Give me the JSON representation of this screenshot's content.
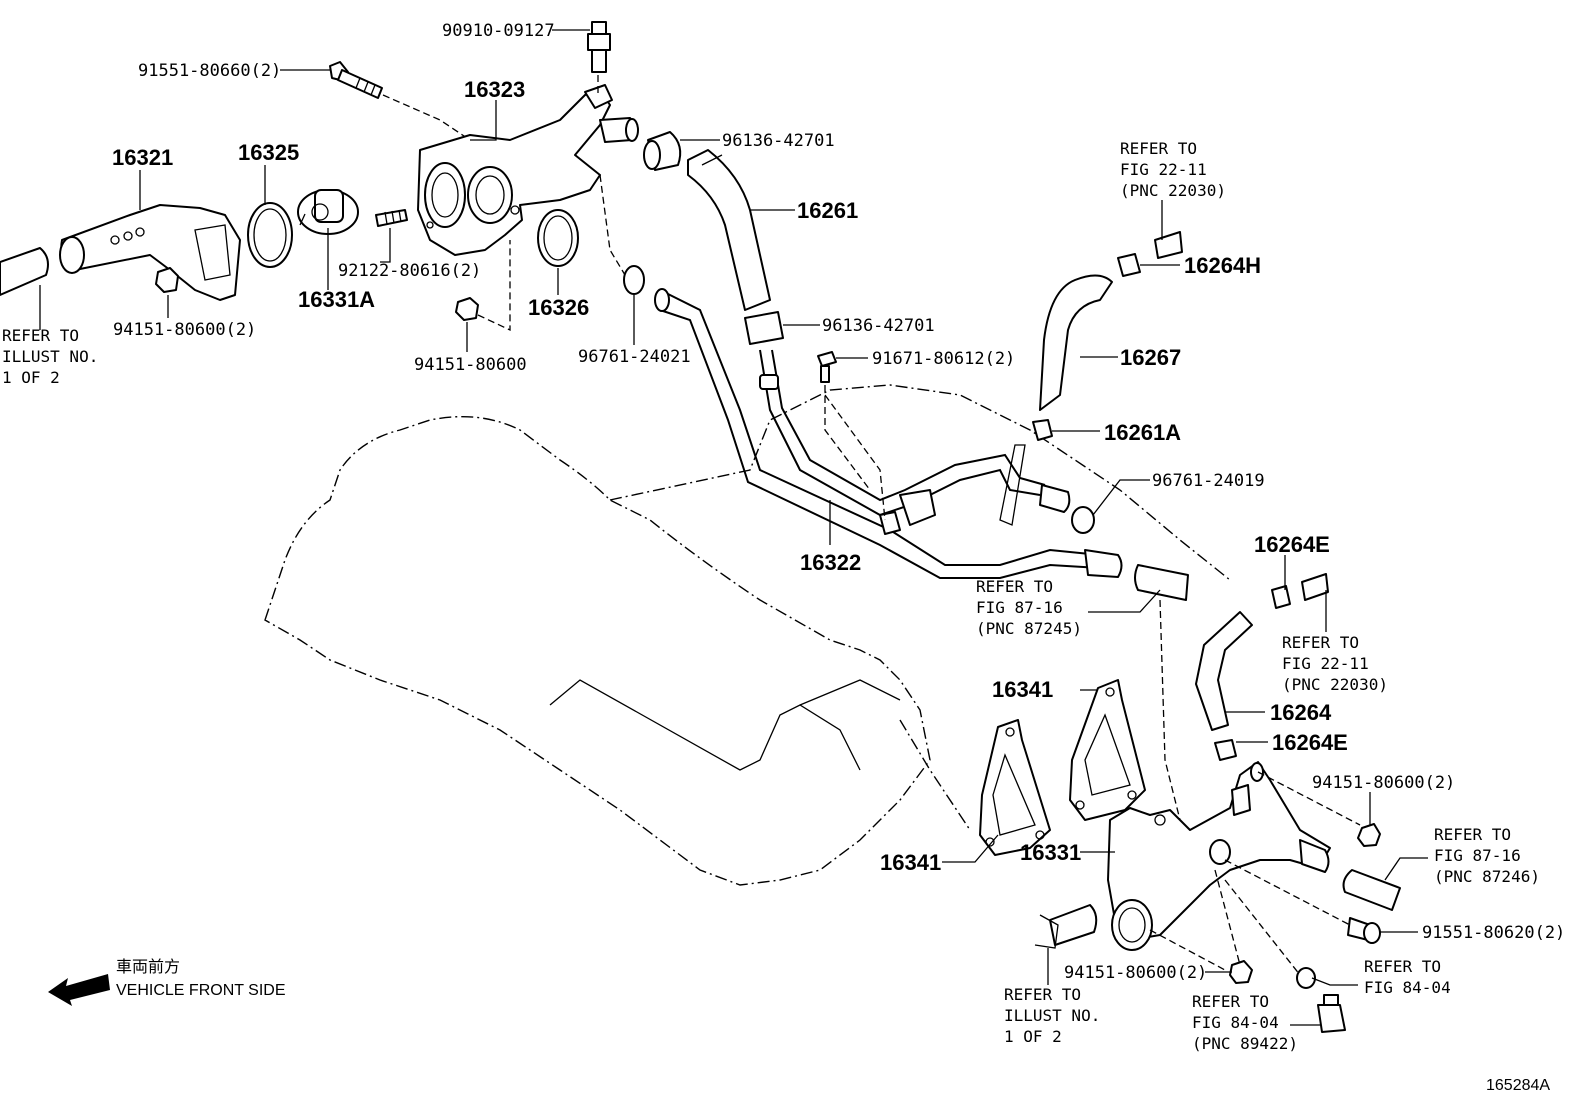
{
  "diagram": {
    "figure_id": "165284A",
    "direction": {
      "label_jp": "車両前方",
      "label_en": "VEHICLE FRONT SIDE"
    },
    "callouts": {
      "c_90910": "90910-09127",
      "c_91551_660": "91551-80660(2)",
      "c_16323": "16323",
      "c_96136_a": "96136-42701",
      "c_16321": "16321",
      "c_16325": "16325",
      "c_16261": "16261",
      "c_92122": "92122-80616(2)",
      "c_16331A": "16331A",
      "c_16326": "16326",
      "c_94151_2a": "94151-80600(2)",
      "c_94151": "94151-80600",
      "c_96761_021": "96761-24021",
      "c_96136_b": "96136-42701",
      "c_91671": "91671-80612(2)",
      "c_16264H": "16264H",
      "c_16267": "16267",
      "c_16261A": "16261A",
      "c_96761_019": "96761-24019",
      "c_16322": "16322",
      "c_16264E_a": "16264E",
      "c_16264": "16264",
      "c_16264E_b": "16264E",
      "c_16341_a": "16341",
      "c_16341_b": "16341",
      "c_16331": "16331",
      "c_94151_2b": "94151-80600(2)",
      "c_91551_620": "91551-80620(2)",
      "c_94151_2c": "94151-80600(2)"
    },
    "refs": {
      "r_illust_left": [
        "REFER TO",
        "ILLUST NO.",
        "1 OF 2"
      ],
      "r_fig2211_top": [
        "REFER TO",
        "FIG 22-11",
        "(PNC 22030)"
      ],
      "r_fig8716_mid": [
        "REFER TO",
        "FIG 87-16",
        "(PNC 87245)"
      ],
      "r_fig2211_right": [
        "REFER TO",
        "FIG 22-11",
        "(PNC 22030)"
      ],
      "r_fig8716_right": [
        "REFER TO",
        "FIG 87-16",
        "(PNC 87246)"
      ],
      "r_fig8404_right": [
        "REFER TO",
        "FIG 84-04"
      ],
      "r_fig8404_bottom": [
        "REFER TO",
        "FIG 84-04",
        "(PNC 89422)"
      ],
      "r_illust_bottom": [
        "REFER TO",
        "ILLUST NO.",
        "1 OF 2"
      ]
    }
  }
}
